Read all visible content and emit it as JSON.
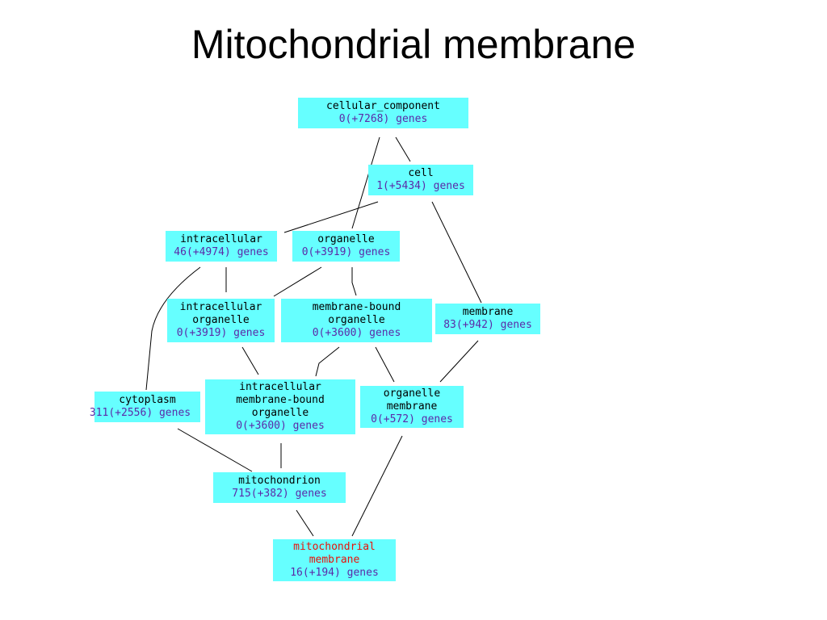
{
  "title": "Mitochondrial membrane",
  "nodes": {
    "cellular_component": {
      "name": [
        "cellular_component"
      ],
      "count": "0(+7268) genes"
    },
    "cell": {
      "name": [
        "cell"
      ],
      "count": "1(+5434) genes"
    },
    "intracellular": {
      "name": [
        "intracellular"
      ],
      "count": "46(+4974) genes"
    },
    "organelle": {
      "name": [
        "organelle"
      ],
      "count": "0(+3919) genes"
    },
    "intracellular_organelle": {
      "name": [
        "intracellular",
        "organelle"
      ],
      "count": "0(+3919) genes"
    },
    "membrane_bound_organelle": {
      "name": [
        "membrane-bound",
        "organelle"
      ],
      "count": "0(+3600) genes"
    },
    "membrane": {
      "name": [
        "membrane"
      ],
      "count": "83(+942) genes"
    },
    "cytoplasm": {
      "name": [
        "cytoplasm"
      ],
      "count": "311(+2556) genes"
    },
    "intracellular_membrane_bound_organelle": {
      "name": [
        "intracellular",
        "membrane-bound",
        "organelle"
      ],
      "count": "0(+3600) genes"
    },
    "organelle_membrane": {
      "name": [
        "organelle",
        "membrane"
      ],
      "count": "0(+572) genes"
    },
    "mitochondrion": {
      "name": [
        "mitochondrion"
      ],
      "count": "715(+382) genes"
    },
    "mitochondrial_membrane": {
      "name": [
        "mitochondrial",
        "membrane"
      ],
      "count": "16(+194) genes"
    }
  },
  "colors": {
    "node_fill": "#66ffff",
    "count_text": "#5b2aa8",
    "highlight_text": "#e8120a",
    "edge": "#000000"
  }
}
